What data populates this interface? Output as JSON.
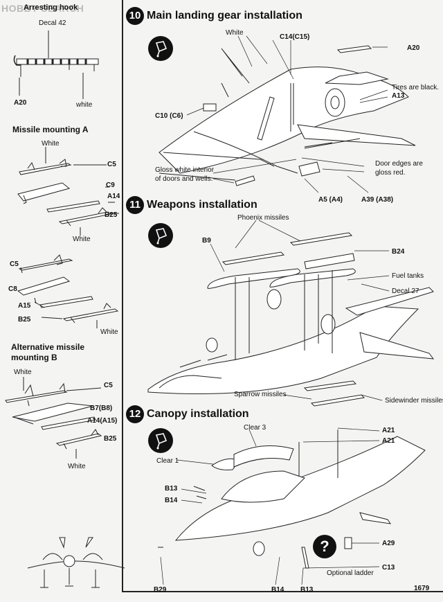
{
  "watermark": "HOBBY SEARCH",
  "left": {
    "arresting_hook": "Arresting hook",
    "decal_42": "Decal 42",
    "a20": "A20",
    "white_hook": "white",
    "missile_a_header": "Missile mounting A",
    "white1": "White",
    "c5_1": "C5",
    "c9": "C9",
    "a14_1": "A14",
    "b25_1": "B25",
    "white2": "White",
    "c5_2": "C5",
    "c8": "C8",
    "a15": "A15",
    "b25_2": "B25",
    "white3": "White",
    "alt_header_1": "Alternative missile",
    "alt_header_2": "mounting B",
    "white4": "White",
    "c5_3": "C5",
    "b7": "B7(B8)",
    "a14_2": "A14(A15)",
    "b25_3": "B25",
    "white5": "White"
  },
  "step10": {
    "num": "10",
    "title": "Main landing gear installation",
    "white": "White",
    "c14": "C14(C15)",
    "a20": "A20",
    "tires": "Tires are black.",
    "a13": "A13",
    "c10": "C10 (C6)",
    "gloss1": "Gloss white interior",
    "gloss2": "of doors and wells.",
    "door1": "Door edges are",
    "door2": "gloss red.",
    "a5": "A5 (A4)",
    "a39": "A39 (A38)"
  },
  "step11": {
    "num": "11",
    "title": "Weapons installation",
    "phoenix": "Phoenix missiles",
    "b9": "B9",
    "b24": "B24",
    "fuel": "Fuel tanks",
    "decal27": "Decal 27",
    "sparrow": "Sparrow missiles",
    "sidewinder": "Sidewinder missiles"
  },
  "step12": {
    "num": "12",
    "title": "Canopy installation",
    "clear3": "Clear 3",
    "a21_1": "A21",
    "a21_2": "A21",
    "clear1": "Clear 1",
    "b13_1": "B13",
    "b14_1": "B14",
    "a29": "A29",
    "c13": "C13",
    "optional": "Optional ladder",
    "b29": "B29",
    "b14_2": "B14",
    "b13_2": "B13",
    "code": "1679"
  },
  "icons": {
    "glue_1": "glue-bottle-icon",
    "glue_2": "glue-bottle-icon",
    "glue_3": "glue-bottle-icon",
    "question": "question-mark-icon"
  }
}
